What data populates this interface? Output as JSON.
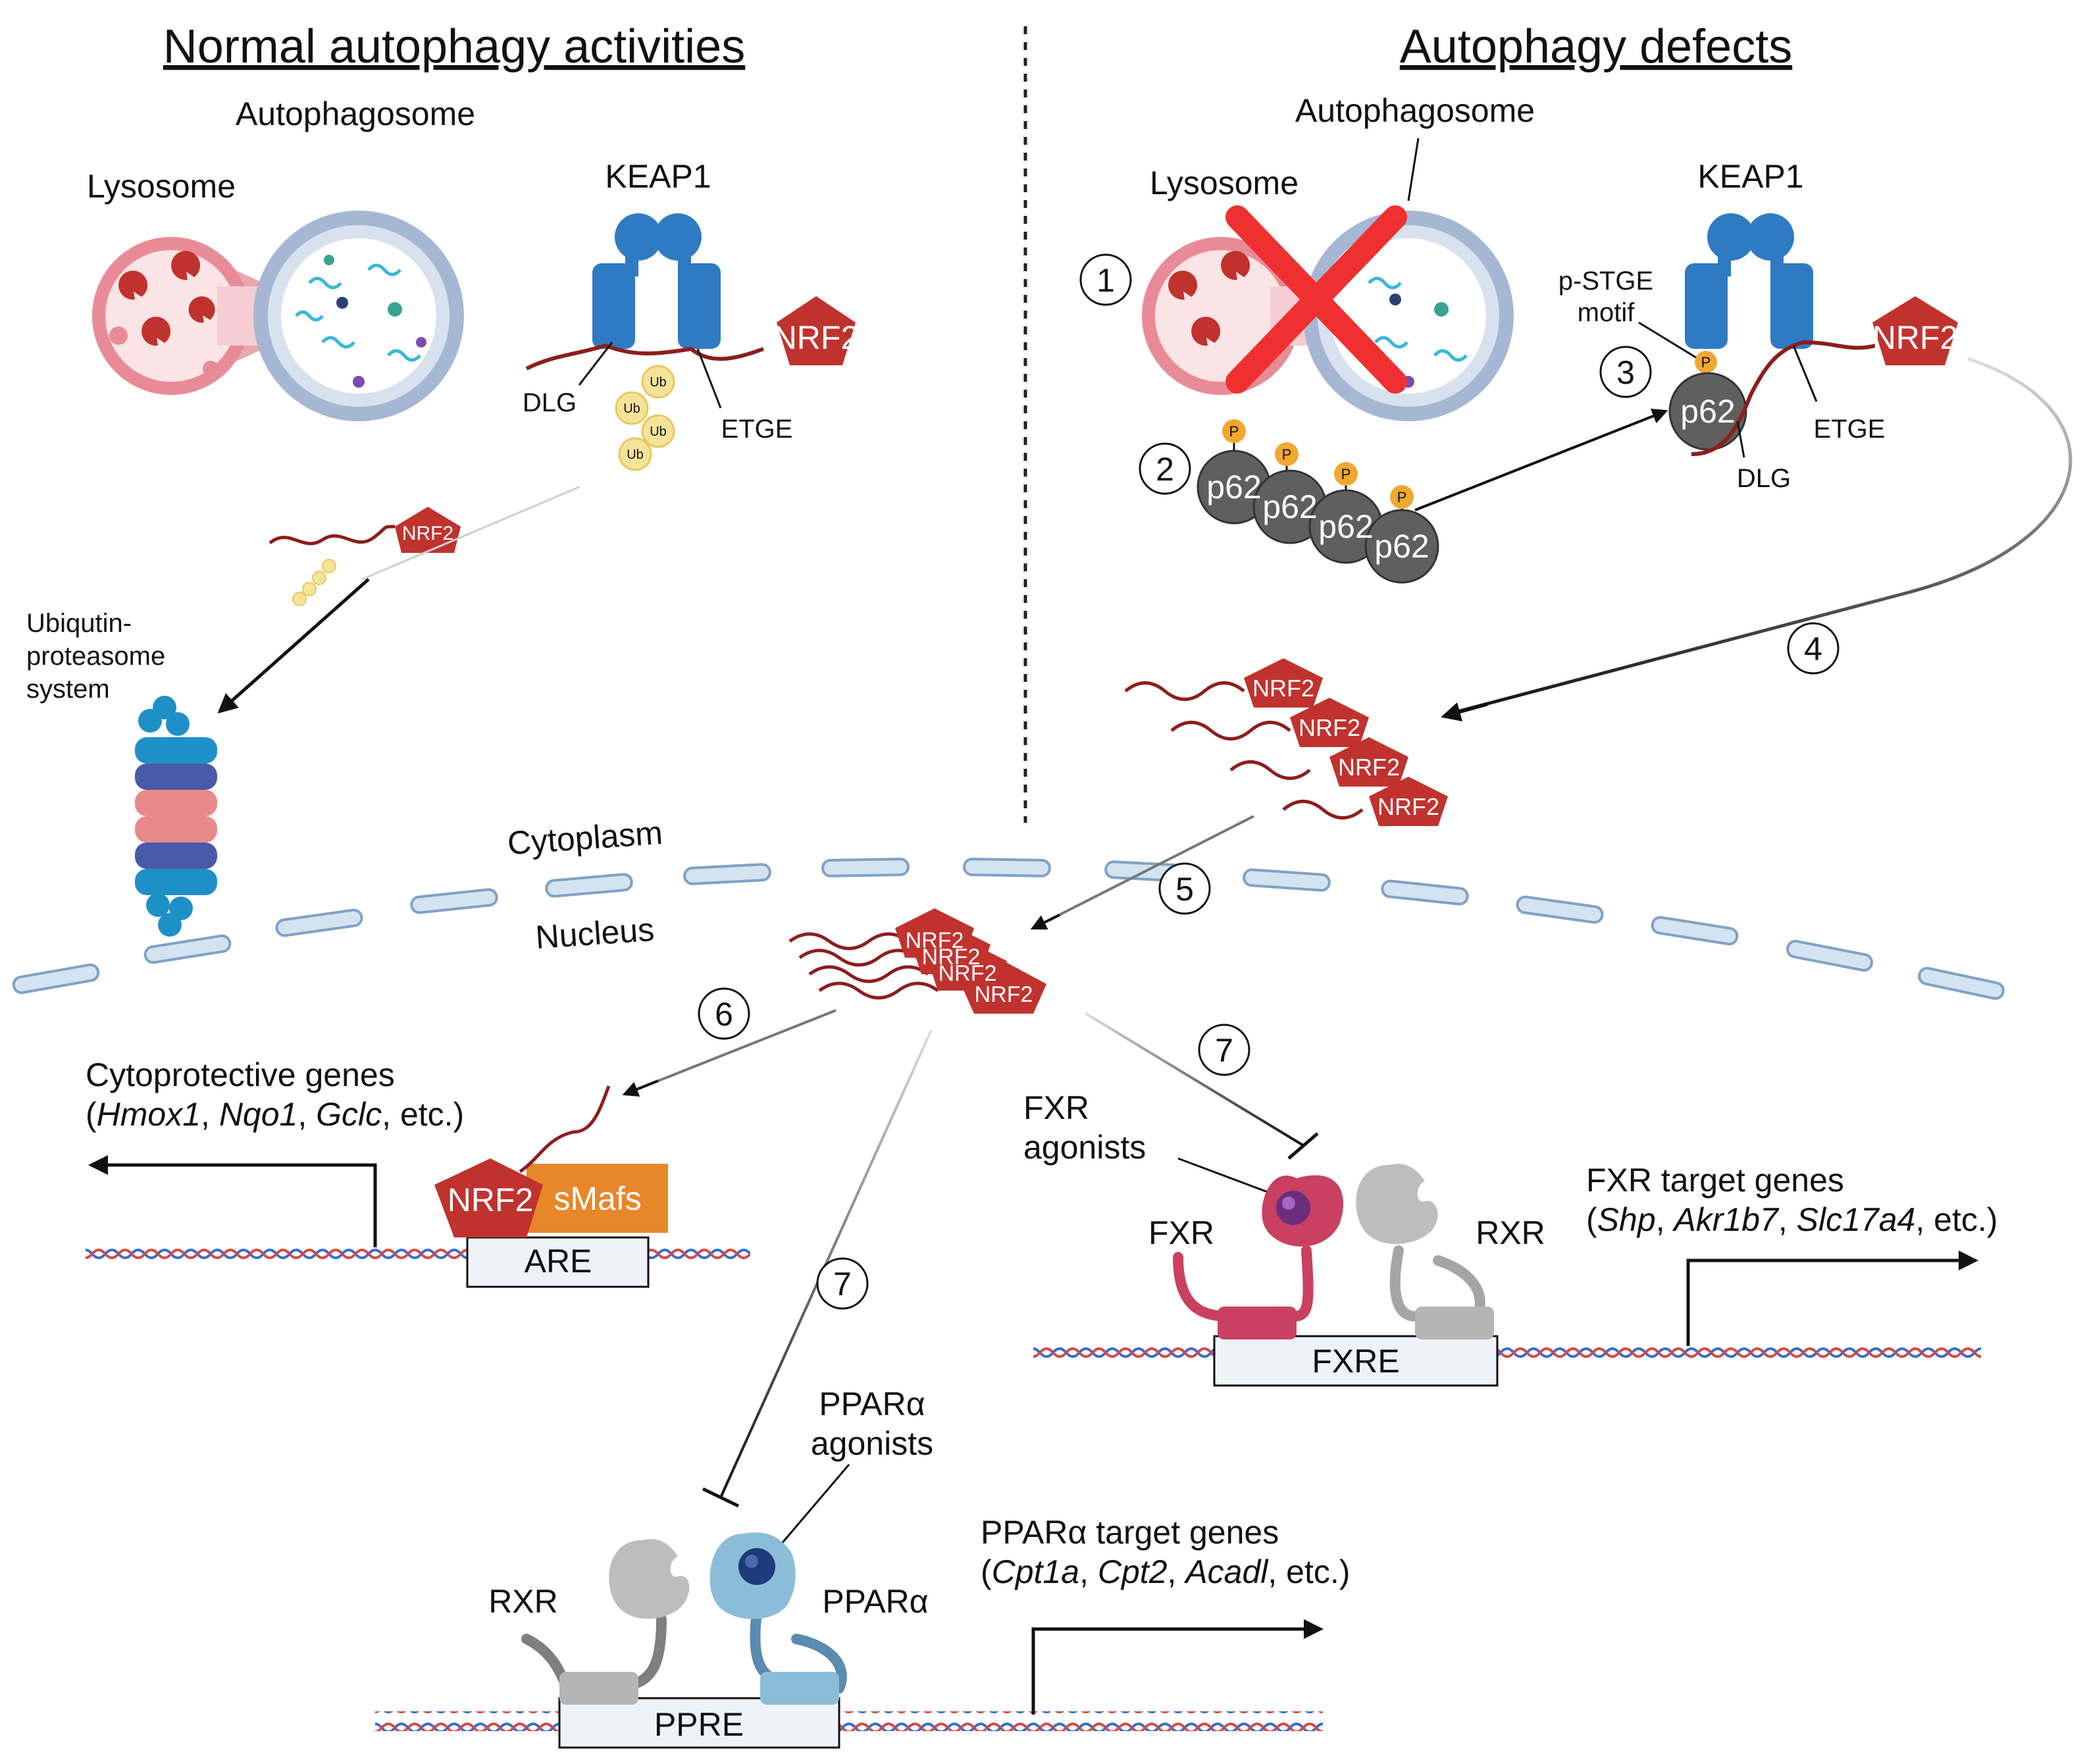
{
  "left": {
    "title": "Normal autophagy activities",
    "autophagosome": "Autophagosome",
    "lysosome": "Lysosome",
    "keap1": "KEAP1",
    "nrf2": "NRF2",
    "dlg": "DLG",
    "etge": "ETGE",
    "ub": "Ub",
    "ups_line1": "Ubiqutin-",
    "ups_line2": "proteasome",
    "ups_line3": "system"
  },
  "right": {
    "title": "Autophagy defects",
    "autophagosome": "Autophagosome",
    "lysosome": "Lysosome",
    "keap1": "KEAP1",
    "pstge_line1": "p-STGE",
    "pstge_line2": "motif",
    "p62": "p62",
    "p": "P",
    "nrf2": "NRF2",
    "etge": "ETGE",
    "dlg": "DLG"
  },
  "steps": {
    "s1": "1",
    "s2": "2",
    "s3": "3",
    "s4": "4",
    "s5": "5",
    "s6": "6",
    "s7": "7"
  },
  "compartments": {
    "cytoplasm": "Cytoplasm",
    "nucleus": "Nucleus"
  },
  "are": {
    "genes_title": "Cytoprotective genes",
    "genes_open": "(",
    "gene1": "Hmox1",
    "sep": ", ",
    "gene2": "Nqo1",
    "gene3": "Gclc",
    "genes_close": ", etc.)",
    "nrf2": "NRF2",
    "smafs": "sMafs",
    "element": "ARE"
  },
  "fxr": {
    "agonists_line1": "FXR",
    "agonists_line2": "agonists",
    "receptor": "FXR",
    "partner": "RXR",
    "element": "FXRE",
    "genes_title": "FXR target genes",
    "genes_open": "(",
    "gene1": "Shp",
    "sep": ", ",
    "gene2": "Akr1b7",
    "gene3": "Slc17a4",
    "genes_close": ", etc.)"
  },
  "ppar": {
    "agonists_line1": "PPARα",
    "agonists_line2": "agonists",
    "partner": "RXR",
    "receptor": "PPARα",
    "element": "PPRE",
    "genes_title": "PPARα target genes",
    "genes_open": "(",
    "gene1": "Cpt1a",
    "sep": ", ",
    "gene2": "Cpt2",
    "gene3": "Acadl",
    "genes_close": ", etc.)"
  },
  "colors": {
    "nrf2": "#c0322e",
    "keap1": "#2f7bc3",
    "p62": "#5f5f5f",
    "phospho": "#f0a830",
    "smafs": "#e8862a",
    "fxr": "#c94060",
    "ppar": "#8bbdd8",
    "rxr": "#b5b5b5",
    "block": "#eef3f9",
    "cross": "#f03030"
  }
}
